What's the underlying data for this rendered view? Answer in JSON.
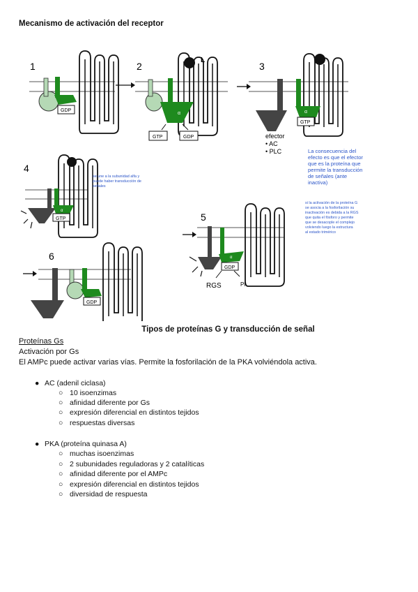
{
  "figure_title": "Mecanismo de activación del receptor",
  "panels": {
    "p1": {
      "number": "1",
      "gdp": "GDP"
    },
    "p2": {
      "number": "2",
      "ligand": "L",
      "gtp": "GTP",
      "gdp": "GDP",
      "alpha": "α"
    },
    "p3": {
      "number": "3",
      "gtp": "GTP",
      "alpha": "α",
      "effector": [
        "efector",
        "• AC",
        "• PLC"
      ]
    },
    "p4": {
      "number": "4",
      "gtp": "GTP",
      "alpha": "α"
    },
    "p5": {
      "number": "5",
      "gdp": "GDP",
      "alpha": "α",
      "rgs": "RGS",
      "pi": "Pi"
    },
    "p6": {
      "number": "6",
      "gdp": "GDP"
    }
  },
  "notes": {
    "note_a": [
      "se une a la subunidad alfa y",
      "puede haber transducción de",
      "señales"
    ],
    "note_b": [
      "La consecuencia del",
      "efecto es que el efector",
      "que es la proteína que",
      "permite la transducción",
      "de señales (ante",
      "inactiva)"
    ],
    "note_c": [
      "si la activación de la proteína G",
      "se asocia a la fosforilación su",
      "inactivación es debida a la RGS",
      "que quita el fósforo y permite",
      "que se desacople el complejo",
      "volviendo luego la estructura",
      "al estado trimérico"
    ]
  },
  "section": {
    "title": "Tipos de proteínas G y transducción de señal",
    "subtitle": "Proteínas Gs",
    "activation": "Activación por Gs",
    "intro": "El AMPc puede activar varias vías. Permite la fosforilación de la PKA volviéndola activa.",
    "lists": [
      {
        "label": "AC (adenil ciclasa)",
        "items": [
          "10 isoenzimas",
          "afinidad diferente por Gs",
          "expresión diferencial en distintos tejidos",
          "respuestas diversas"
        ]
      },
      {
        "label": "PKA (proteína quinasa A)",
        "items": [
          "muchas isoenzimas",
          "2 subunidades reguladoras y 2 catalíticas",
          "afinidad diferente por el AMPc",
          "expresión diferencial en distintos tejidos",
          "diversidad de respuesta"
        ]
      }
    ]
  },
  "colors": {
    "green": "#1e8a1e",
    "light_green": "#b5d9b5",
    "dark": "#444444",
    "blue_note": "#2b55c8"
  }
}
